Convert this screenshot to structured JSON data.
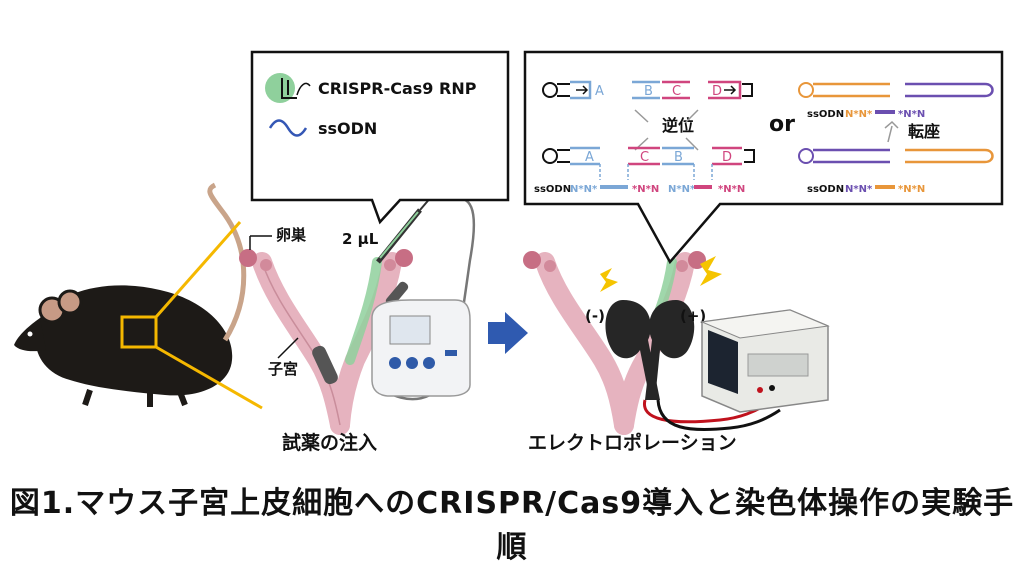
{
  "caption": "図1.マウス子宮上皮細胞へのCRISPR/Cas9導入と染色体操作の実験手順",
  "step1": {
    "label": "試薬の注入",
    "ovary_label": "卵巣",
    "uterus_label": "子宮",
    "volume_label": "2 μL"
  },
  "legend": {
    "rnp_label": "CRISPR-Cas9 RNP",
    "ssodn_label": "ssODN"
  },
  "step2": {
    "label": "エレクトロポレーション",
    "neg_label": "(-)",
    "pos_label": "(+)"
  },
  "panel": {
    "inversion_label": "逆位",
    "or_label": "or",
    "translocation_label": "転座",
    "seg_a": "A",
    "seg_b": "B",
    "seg_c": "C",
    "seg_d": "D",
    "ssodn": "ssODN",
    "nn1": "N*N*",
    "nn2": "*N*N"
  },
  "colors": {
    "blue": "#7ba7d6",
    "pink": "#d0457e",
    "orange": "#e8963a",
    "purple": "#6b4fb0",
    "gold": "#f5b800"
  }
}
